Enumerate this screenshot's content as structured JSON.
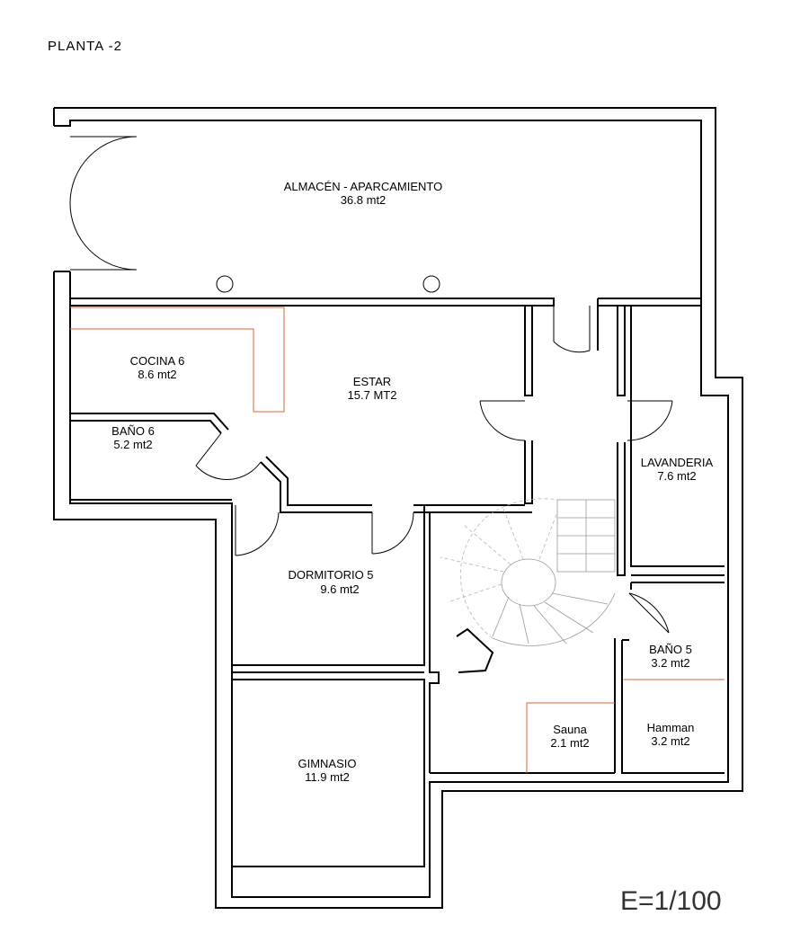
{
  "plan_title": "PLANTA -2",
  "scale": "E=1/100",
  "colors": {
    "wall": "#000000",
    "accent": "#d9643a",
    "stairs": "#9a9a9a"
  },
  "rooms": {
    "almacen": {
      "name": "ALMACÉN - APARCAMIENTO",
      "area": "36.8 mt2"
    },
    "cocina": {
      "name": "COCINA 6",
      "area": "8.6 mt2"
    },
    "estar": {
      "name": "ESTAR",
      "area": "15.7 MT2"
    },
    "bano6": {
      "name": "BAÑO 6",
      "area": "5.2 mt2"
    },
    "lavanderia": {
      "name": "LAVANDERIA",
      "area": "7.6 mt2"
    },
    "dormitorio5": {
      "name": "DORMITORIO 5",
      "area": "9.6 mt2"
    },
    "bano5": {
      "name": "BAÑO 5",
      "area": "3.2 mt2"
    },
    "sauna": {
      "name": "Sauna",
      "area": "2.1 mt2"
    },
    "hamman": {
      "name": "Hamman",
      "area": "3.2 mt2"
    },
    "gimnasio": {
      "name": "GIMNASIO",
      "area": "11.9 mt2"
    }
  }
}
